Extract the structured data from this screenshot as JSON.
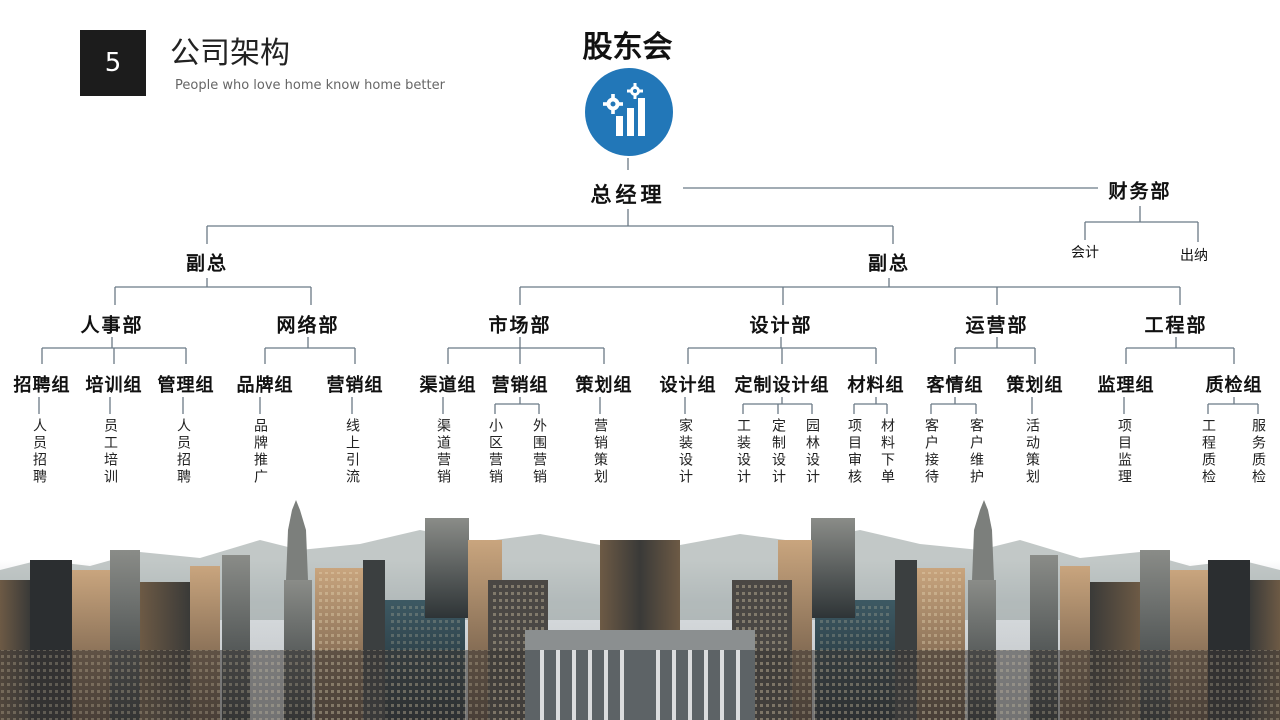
{
  "header": {
    "number": "5",
    "title": "公司架构",
    "subtitle": "People who love home know home better"
  },
  "org": {
    "top": "股东会",
    "ceo": "总经理",
    "finance": {
      "label": "财务部",
      "children": [
        "会计",
        "出纳"
      ]
    },
    "vp_left": "副总",
    "vp_right": "副总",
    "departments": [
      {
        "label": "人事部",
        "groups": [
          {
            "label": "招聘组",
            "items": [
              "人员招聘"
            ]
          },
          {
            "label": "培训组",
            "items": [
              "员工培训"
            ]
          },
          {
            "label": "管理组",
            "items": [
              "人员招聘"
            ]
          }
        ]
      },
      {
        "label": "网络部",
        "groups": [
          {
            "label": "品牌组",
            "items": [
              "品牌推广"
            ]
          },
          {
            "label": "营销组",
            "items": [
              "线上引流"
            ]
          }
        ]
      },
      {
        "label": "市场部",
        "groups": [
          {
            "label": "渠道组",
            "items": [
              "渠道营销"
            ]
          },
          {
            "label": "营销组",
            "items": [
              "小区营销",
              "外围营销"
            ]
          },
          {
            "label": "策划组",
            "items": [
              "营销策划"
            ]
          }
        ]
      },
      {
        "label": "设计部",
        "groups": [
          {
            "label": "设计组",
            "items": [
              "家装设计"
            ]
          },
          {
            "label": "定制设计组",
            "items": [
              "工装设计",
              "定制设计",
              "园林设计"
            ]
          },
          {
            "label": "材料组",
            "items": [
              "项目审核",
              "材料下单"
            ]
          }
        ]
      },
      {
        "label": "运营部",
        "groups": [
          {
            "label": "客情组",
            "items": [
              "客户接待",
              "客户维护"
            ]
          },
          {
            "label": "策划组",
            "items": [
              "活动策划"
            ]
          }
        ]
      },
      {
        "label": "工程部",
        "groups": [
          {
            "label": "监理组",
            "items": [
              "项目监理"
            ]
          },
          {
            "label": "质检组",
            "items": [
              "工程质检",
              "服务质检"
            ]
          }
        ]
      }
    ]
  },
  "colors": {
    "accent": "#2277b8",
    "line": "#6b7a86",
    "number_box": "#1c1c1c"
  }
}
